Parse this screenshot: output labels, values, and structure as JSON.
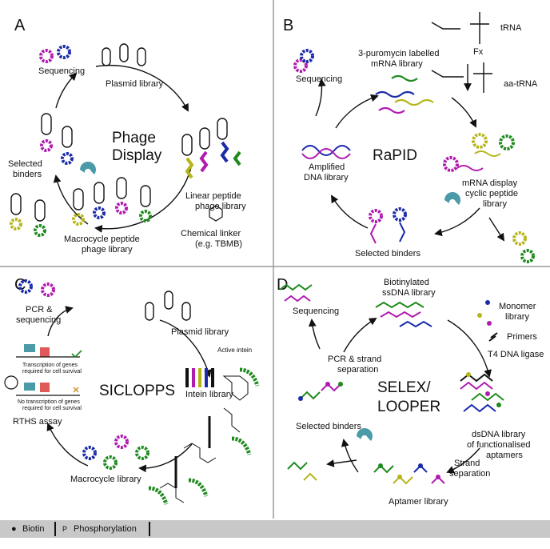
{
  "panels": {
    "A": {
      "letter": "A",
      "title_line1": "Phage",
      "title_line2": "Display",
      "labels": {
        "sequencing": "Sequencing",
        "plasmid": "Plasmid library",
        "selected_line1": "Selected",
        "selected_line2": "binders",
        "linear_line1": "Linear peptide",
        "linear_line2": "phage library",
        "macro_line1": "Macrocycle peptide",
        "macro_line2": "phage library",
        "linker_line1": "Chemical linker",
        "linker_line2": "(e.g. TBMB)"
      }
    },
    "B": {
      "letter": "B",
      "title": "RaPID",
      "labels": {
        "puro_line1": "3-puromycin labelled",
        "puro_line2": "mRNA library",
        "sequencing": "Sequencing",
        "trna": "tRNA",
        "aatrna": "aa-tRNA",
        "fx": "Fx",
        "amp_line1": "Amplified",
        "amp_line2": "DNA library",
        "mrna_line1": "mRNA display",
        "mrna_line2": "cyclic peptide",
        "mrna_line3": "library",
        "selected": "Selected binders"
      }
    },
    "C": {
      "letter": "C",
      "title": "SICLOPPS",
      "labels": {
        "pcr_line1": "PCR &",
        "pcr_line2": "sequencing",
        "plasmid": "Plasmid library",
        "intein": "Intein library",
        "active": "Active intein",
        "trans_line1": "Transcription of genes",
        "trans_line2": "required for cell survival",
        "notrans_line1": "No transcription of genes",
        "notrans_line2": "required for cell survival",
        "rths": "RTHS assay",
        "macro": "Macrocycle library"
      }
    },
    "D": {
      "letter": "D",
      "title_line1": "SELEX/",
      "title_line2": "LOOPER",
      "labels": {
        "biot_line1": "Biotinylated",
        "biot_line2": "ssDNA library",
        "sequencing": "Sequencing",
        "monomer_line1": "Monomer",
        "monomer_line2": "library",
        "primers": "Primers",
        "ligase": "T4 DNA ligase",
        "pcr_line1": "PCR & strand",
        "pcr_line2": "separation",
        "selected": "Selected binders",
        "dsdna_line1": "dsDNA library",
        "dsdna_line2": "of functionalised",
        "dsdna_line3": "aptamers",
        "strand_line1": "Strand",
        "strand_line2": "separation",
        "aptamer": "Aptamer library"
      }
    }
  },
  "legend": {
    "biotin": "Biotin",
    "phos_symbol": "P",
    "phos": "Phosphorylation"
  },
  "colors": {
    "blue": "#1a2aa8",
    "magenta": "#b01ab0",
    "olive": "#b5b51a",
    "green": "#1e8a1e",
    "teal": "#4a9aa8",
    "grid": "#9a9a9a",
    "legend_bg": "#c8c8c8"
  }
}
